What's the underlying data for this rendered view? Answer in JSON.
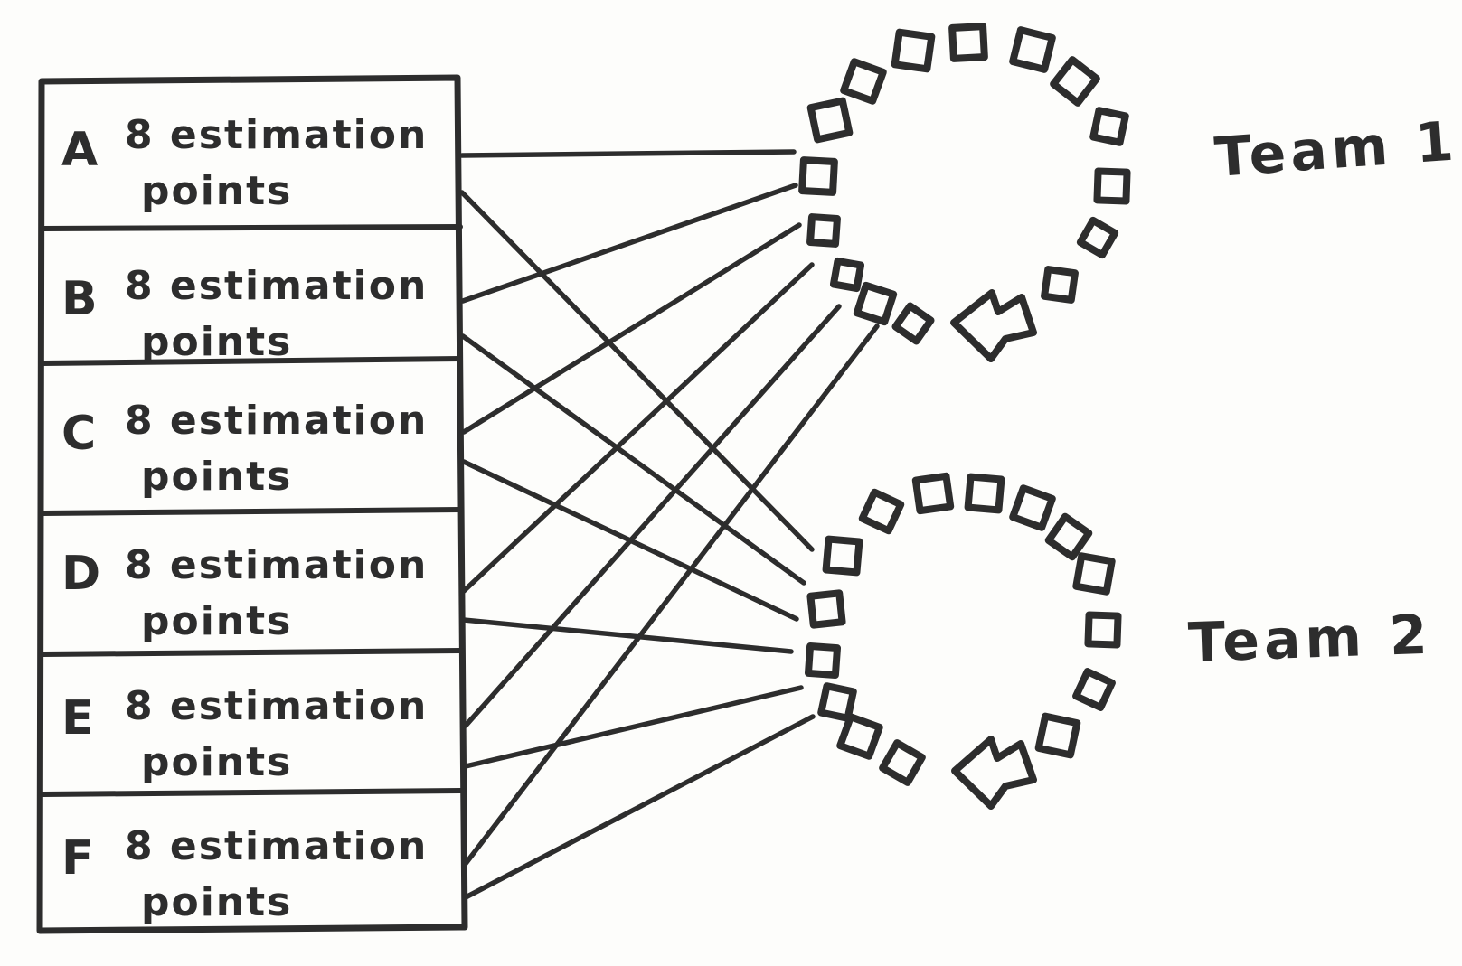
{
  "table": {
    "rows": [
      {
        "letter": "A",
        "label": "8 estimation points",
        "label_lines": [
          "8 estimation",
          "points"
        ]
      },
      {
        "letter": "B",
        "label": "8 estimation points",
        "label_lines": [
          "8 estimation",
          "points"
        ]
      },
      {
        "letter": "C",
        "label": "8 estimation points",
        "label_lines": [
          "8 estimation",
          "points"
        ]
      },
      {
        "letter": "D",
        "label": "8 estimation points",
        "label_lines": [
          "8 estimation",
          "points"
        ]
      },
      {
        "letter": "E",
        "label": "8 estimation points",
        "label_lines": [
          "8 estimation",
          "points"
        ]
      },
      {
        "letter": "F",
        "label": "8 estimation points",
        "label_lines": [
          "8 estimation",
          "points"
        ]
      }
    ]
  },
  "teams": [
    {
      "label": "Team 1",
      "members_shown": 15,
      "arrow": "left-pointing"
    },
    {
      "label": "Team 2",
      "members_shown": 15,
      "arrow": "left-pointing"
    }
  ],
  "connections": [
    {
      "from": "A",
      "to": "Team 1"
    },
    {
      "from": "A",
      "to": "Team 2"
    },
    {
      "from": "B",
      "to": "Team 1"
    },
    {
      "from": "B",
      "to": "Team 2"
    },
    {
      "from": "C",
      "to": "Team 1"
    },
    {
      "from": "C",
      "to": "Team 2"
    },
    {
      "from": "D",
      "to": "Team 1"
    },
    {
      "from": "D",
      "to": "Team 2"
    },
    {
      "from": "E",
      "to": "Team 1"
    },
    {
      "from": "E",
      "to": "Team 2"
    },
    {
      "from": "F",
      "to": "Team 1"
    },
    {
      "from": "F",
      "to": "Team 2"
    }
  ],
  "colors": {
    "ink": "#2d2d2d",
    "paper": "#fdfdfb"
  }
}
